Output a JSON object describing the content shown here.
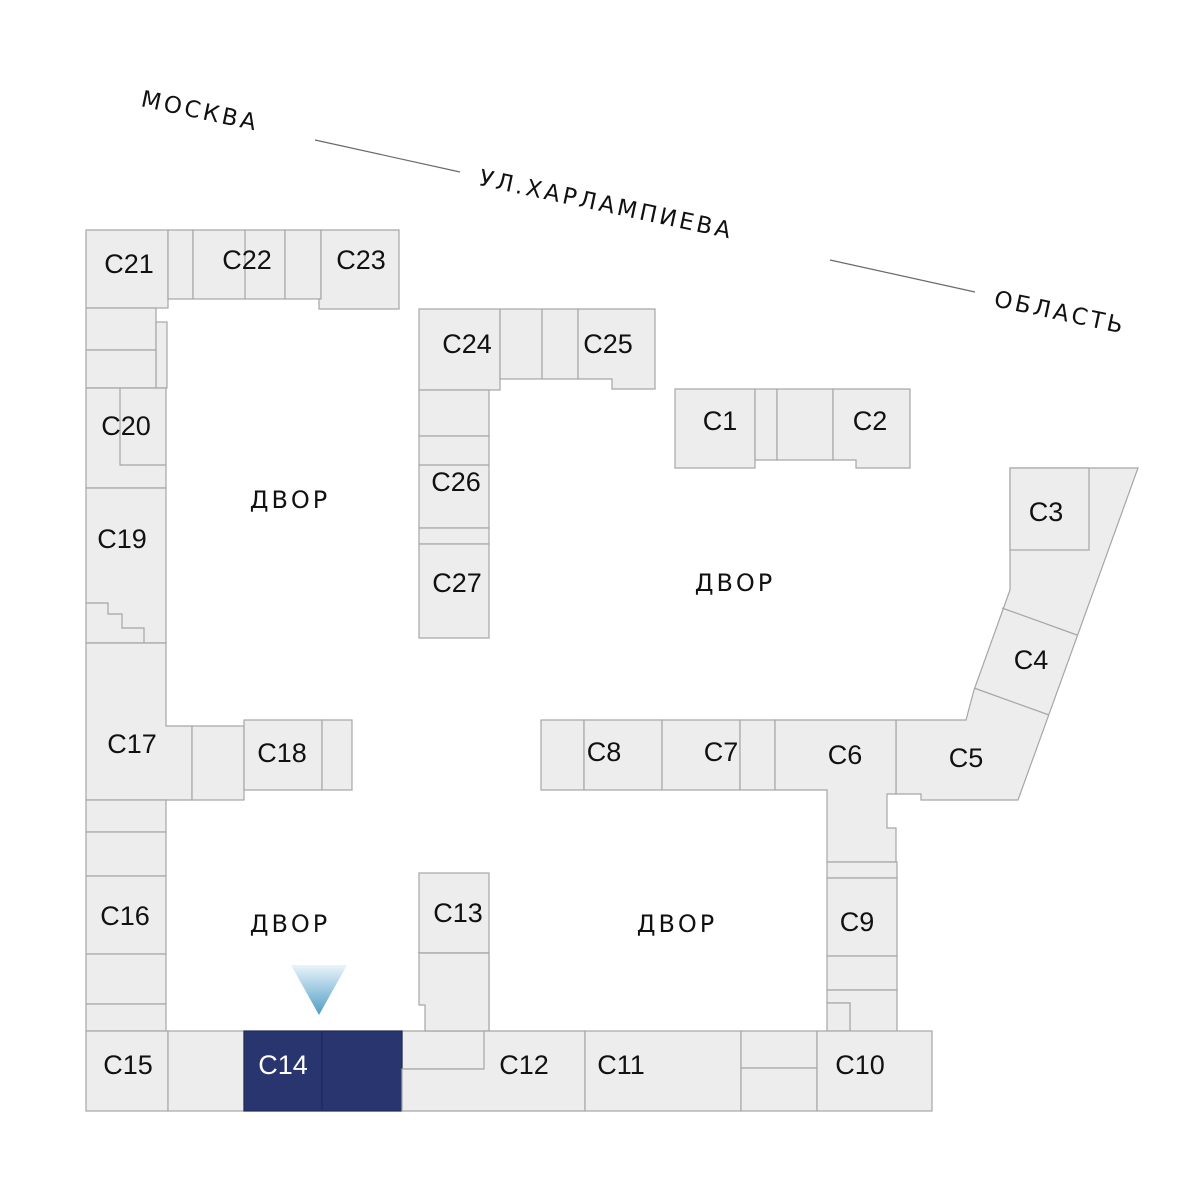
{
  "street": {
    "moscow": "МОСКВА",
    "name": "УЛ.ХАРЛАМПИЕВА",
    "region": "ОБЛАСТЬ"
  },
  "yards": {
    "top_left": "ДВОР",
    "top_right": "ДВОР",
    "bottom_left": "ДВОР",
    "bottom_right": "ДВОР"
  },
  "sections": {
    "c1": "C1",
    "c2": "C2",
    "c3": "C3",
    "c4": "C4",
    "c5": "C5",
    "c6": "C6",
    "c7": "C7",
    "c8": "C8",
    "c9": "C9",
    "c10": "C10",
    "c11": "C11",
    "c12": "C12",
    "c13": "C13",
    "c14": "C14",
    "c15": "C15",
    "c16": "C16",
    "c17": "C17",
    "c18": "C18",
    "c19": "C19",
    "c20": "C20",
    "c21": "C21",
    "c22": "C22",
    "c23": "C23",
    "c24": "C24",
    "c25": "C25",
    "c26": "C26",
    "c27": "C27"
  },
  "selected_section": "C14",
  "colors": {
    "building_fill": "#ededed",
    "building_stroke": "#a6a6a6",
    "selected_fill": "#29356f",
    "marker_top": "#e9f4fa",
    "marker_bottom": "#4f9dc6"
  }
}
